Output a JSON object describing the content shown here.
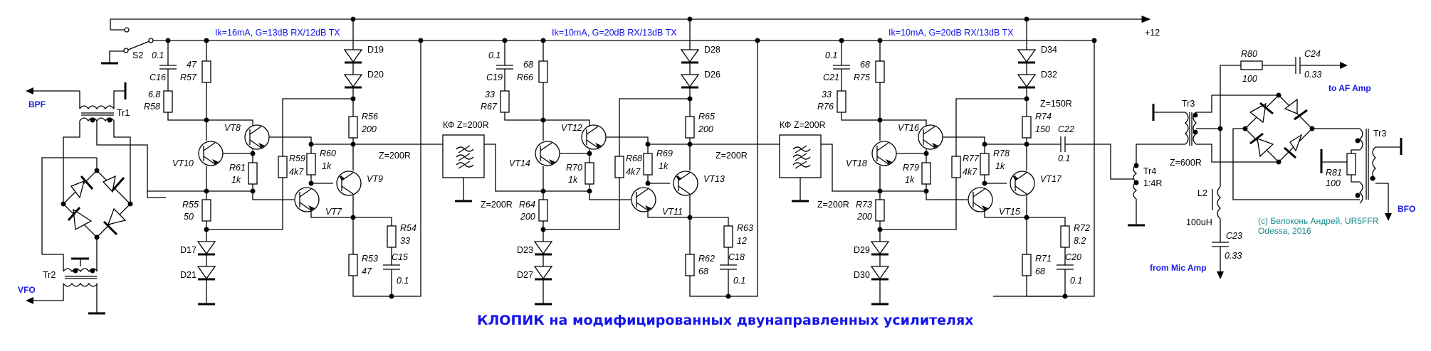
{
  "title": "КЛОПИК на модифицированных двунаправленных усилителях",
  "copyright": [
    "(c) Белоконь Андрей, UR5FFR",
    "Odessa, 2016"
  ],
  "colors": {
    "wire": "#000000",
    "annotation": "#1010ee",
    "title": "#1515e8",
    "copyright": "#1a8a8a"
  },
  "supply": {
    "label": "+12",
    "switch": "S2"
  },
  "ports": {
    "bpf": "BPF",
    "vfo": "VFO",
    "af_amp": "to AF Amp",
    "mic_amp": "from Mic Amp",
    "bfo": "BFO"
  },
  "front": {
    "tr1": "Tr1",
    "tr2": "Tr2"
  },
  "stages": [
    {
      "note": "Ik=16mA, G=13dB RX/12dB TX",
      "c_top": {
        "name": "C16",
        "value": "0.1"
      },
      "r_series": {
        "name": "R58",
        "value": "6.8"
      },
      "r_top": {
        "name": "R57",
        "value": "47"
      },
      "d_top": [
        "D19",
        "D20"
      ],
      "r_coll": {
        "name": "R56",
        "value": "200"
      },
      "q_a": "VT8",
      "q_b": "VT10",
      "q_c": "VT9",
      "q_d": "VT7",
      "r_fb1": {
        "name": "R61",
        "value": "1k"
      },
      "r_fb2": {
        "name": "R59",
        "value": "4k7"
      },
      "r_fb3": {
        "name": "R60",
        "value": "1k"
      },
      "r_emit": {
        "name": "R55",
        "value": "50"
      },
      "d_bot": [
        "D17",
        "D21"
      ],
      "r_out": {
        "name": "R53",
        "value": "47"
      },
      "r_rc": {
        "name": "R54",
        "value": "33"
      },
      "c_rc": {
        "name": "C15",
        "value": "0.1"
      },
      "z_out": "Z=200R",
      "z_in": "",
      "filter": "КФ Z=200R"
    },
    {
      "note": "Ik=10mA, G=20dB RX/13dB TX",
      "c_top": {
        "name": "C19",
        "value": "0.1"
      },
      "r_series": {
        "name": "R67",
        "value": "33"
      },
      "r_top": {
        "name": "R66",
        "value": "68"
      },
      "d_top": [
        "D28",
        "D26"
      ],
      "r_coll": {
        "name": "R65",
        "value": "200"
      },
      "q_a": "VT12",
      "q_b": "VT14",
      "q_c": "VT13",
      "q_d": "VT11",
      "r_fb1": {
        "name": "R70",
        "value": "1k"
      },
      "r_fb2": {
        "name": "R68",
        "value": "4k7"
      },
      "r_fb3": {
        "name": "R69",
        "value": "1k"
      },
      "r_emit": {
        "name": "R64",
        "value": "200"
      },
      "d_bot": [
        "D23",
        "D27"
      ],
      "r_out": {
        "name": "R62",
        "value": "68"
      },
      "r_rc": {
        "name": "R63",
        "value": "12"
      },
      "c_rc": {
        "name": "C18",
        "value": "0.1"
      },
      "z_out": "Z=200R",
      "z_in": "Z=200R",
      "filter": "КФ Z=200R"
    },
    {
      "note": "Ik=10mA, G=20dB RX/13dB TX",
      "c_top": {
        "name": "C21",
        "value": "0.1"
      },
      "r_series": {
        "name": "R76",
        "value": "33"
      },
      "r_top": {
        "name": "R75",
        "value": "68"
      },
      "d_top": [
        "D34",
        "D32"
      ],
      "r_coll": {
        "name": "R74",
        "value": "150"
      },
      "q_a": "VT16",
      "q_b": "VT18",
      "q_c": "VT17",
      "q_d": "VT15",
      "r_fb1": {
        "name": "R79",
        "value": "1k"
      },
      "r_fb2": {
        "name": "R77",
        "value": "4k7"
      },
      "r_fb3": {
        "name": "R78",
        "value": "1k"
      },
      "r_emit": {
        "name": "R73",
        "value": "200"
      },
      "d_bot": [
        "D29",
        "D30"
      ],
      "r_out": {
        "name": "R71",
        "value": "68"
      },
      "r_rc": {
        "name": "R72",
        "value": "8.2"
      },
      "c_rc": {
        "name": "C20",
        "value": "0.1"
      },
      "z_out": "Z=150R",
      "z_in": "Z=200R",
      "filter": ""
    }
  ],
  "out": {
    "c22": {
      "name": "C22",
      "value": "0.1"
    },
    "tr4": {
      "name": "Tr4",
      "ratio": "1:4R"
    },
    "tr3a": {
      "name": "Tr3",
      "z": "Z=600R"
    },
    "tr3b": "Tr3",
    "r80": {
      "name": "R80",
      "value": "100"
    },
    "c24": {
      "name": "C24",
      "value": "0.33"
    },
    "r81": {
      "name": "R81",
      "value": "100"
    },
    "l2": {
      "name": "L2",
      "value": "100uH"
    },
    "c23": {
      "name": "C23",
      "value": "0.33"
    }
  }
}
